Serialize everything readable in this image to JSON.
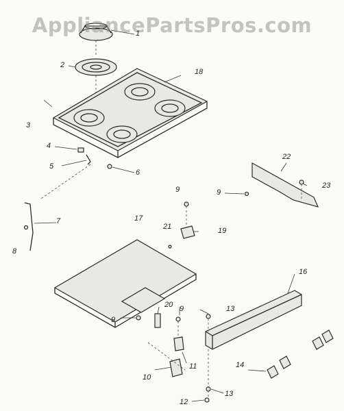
{
  "watermark": {
    "text": "AppliancePartsPros.com"
  },
  "callouts": [
    {
      "id": "c1",
      "label": "1"
    },
    {
      "id": "c2",
      "label": "2"
    },
    {
      "id": "c3",
      "label": "3"
    },
    {
      "id": "c4",
      "label": "4"
    },
    {
      "id": "c5",
      "label": "5"
    },
    {
      "id": "c6",
      "label": "6"
    },
    {
      "id": "c7",
      "label": "7"
    },
    {
      "id": "c8",
      "label": "8"
    },
    {
      "id": "c9a",
      "label": "9"
    },
    {
      "id": "c9b",
      "label": "9"
    },
    {
      "id": "c9c",
      "label": "9"
    },
    {
      "id": "c9d",
      "label": "9"
    },
    {
      "id": "c10",
      "label": "10"
    },
    {
      "id": "c11",
      "label": "11"
    },
    {
      "id": "c12",
      "label": "12"
    },
    {
      "id": "c13a",
      "label": "13"
    },
    {
      "id": "c13b",
      "label": "13"
    },
    {
      "id": "c14",
      "label": "14"
    },
    {
      "id": "c16",
      "label": "16"
    },
    {
      "id": "c17",
      "label": "17"
    },
    {
      "id": "c18",
      "label": "18"
    },
    {
      "id": "c19",
      "label": "19"
    },
    {
      "id": "c20",
      "label": "20"
    },
    {
      "id": "c21",
      "label": "21"
    },
    {
      "id": "c22",
      "label": "22"
    },
    {
      "id": "c23",
      "label": "23"
    }
  ]
}
